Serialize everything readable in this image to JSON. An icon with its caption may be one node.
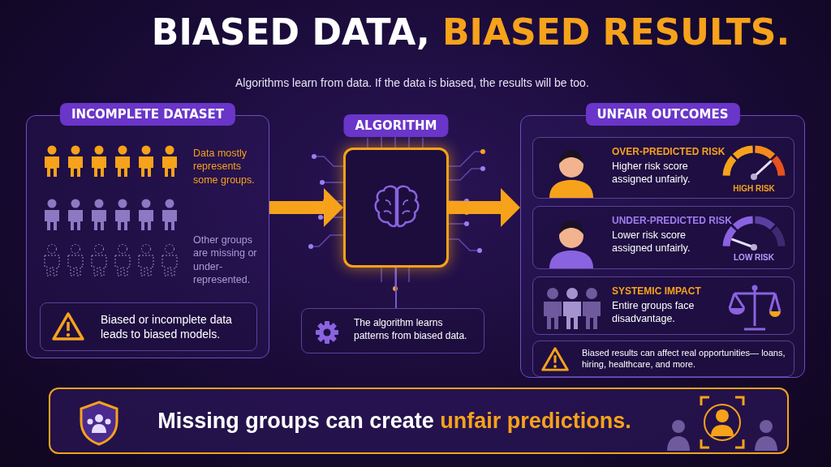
{
  "diagram": {
    "title": "BIASED DATA, **BIASED RESULTS.**",
    "nodes": [
      {
        "text": [
          "INCOMPLETE DATASET",
          "Data mostly represents some groups.",
          "Other groups are missing or under-represented."
        ]
      },
      {
        "text": [
          "Biased or incomplete data leads to biased models."
        ],
        "in": 0
      },
      {
        "text": [
          "ALGORITHM"
        ]
      },
      {
        "text": [
          "The algorithm learns patterns from biased data."
        ]
      },
      {
        "text": [
          "UNFAIR OUTCOMES"
        ]
      },
      {
        "text": [
          "OVER-PREDICTED RISK",
          "Higher risk score assigned unfairly.",
          "HIGH RISK"
        ],
        "in": 4
      },
      {
        "text": [
          "UNDER-PREDICTED RISK",
          "Lower risk score assigned unfairly.",
          "LOW RISK"
        ],
        "in": 4
      },
      {
        "text": [
          "SYSTEMIC IMPACT",
          "Entire groups face disadvantage."
        ],
        "in": 4
      },
      {
        "text": [
          "Biased results can affect real opportunities— loans, hiring, healthcare, and more."
        ],
        "in": 4
      },
      {
        "text": [
          "Missing groups can create **unfair predictions.**"
        ]
      }
    ],
    "edges": [
      {
        "from": 0,
        "to": 2,
        "arrow": "to"
      },
      {
        "from": 2,
        "to": 4,
        "arrow": "to"
      },
      {
        "from": 2,
        "to": 3,
        "arrow": "none",
        "color": "#7a5ad0"
      }
    ],
    "labels": [
      "Algorithms learn from data. If the data is biased, the results will be too."
    ]
  }
}
